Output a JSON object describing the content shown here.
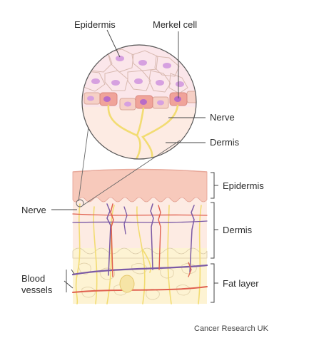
{
  "labels": {
    "inset_epidermis": "Epidermis",
    "merkel_cell": "Merkel cell",
    "inset_nerve": "Nerve",
    "inset_dermis": "Dermis",
    "epidermis": "Epidermis",
    "dermis": "Dermis",
    "fat_layer": "Fat layer",
    "nerve": "Nerve",
    "blood_vessels_line1": "Blood",
    "blood_vessels_line2": "vessels"
  },
  "credit": "Cancer Research UK",
  "colors": {
    "epidermis": "#f7c9bb",
    "dermis": "#fdebe3",
    "fat": "#fdf3d3",
    "nerve": "#f2dc72",
    "vein": "#7b5aa6",
    "artery": "#e0604f",
    "cell_fill": "#fbe6ea",
    "nucleus": "#d6a0e0",
    "merkel": "#f0a39a"
  }
}
